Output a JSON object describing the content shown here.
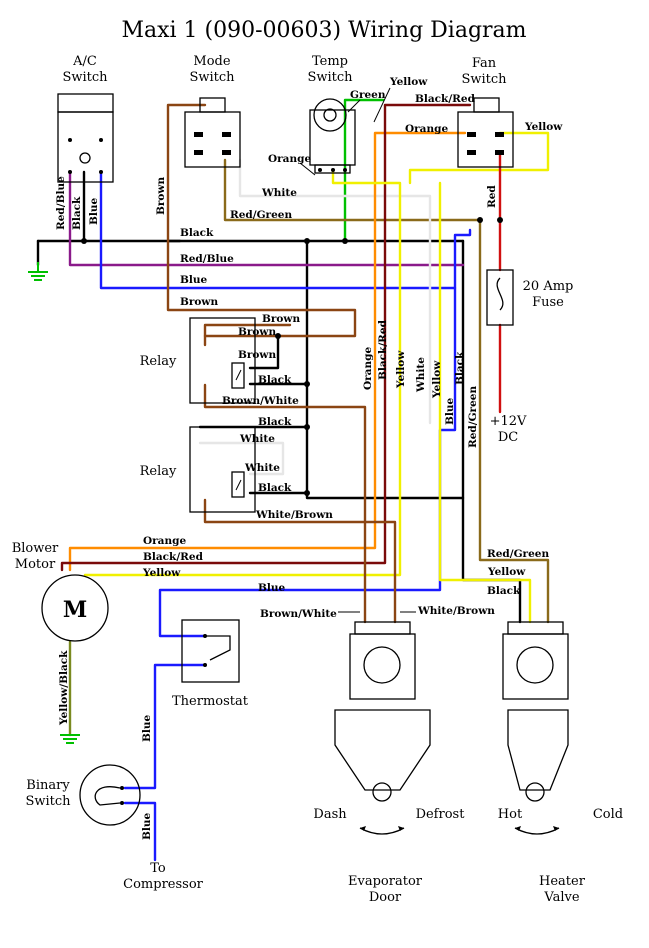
{
  "title": "Maxi 1 (090-00603) Wiring Diagram",
  "colors": {
    "black": "#000000",
    "blue": "#1a1aff",
    "red_blue": "#8a1a8a",
    "brown": "#8b4513",
    "green": "#00c000",
    "yellow": "#f0f000",
    "orange": "#ff8c00",
    "red": "#d01010",
    "black_red": "#7a0a0a",
    "white": "#e6e6e6",
    "red_green": "#8a6a1a",
    "yellow_black": "#7a8a20"
  },
  "components": {
    "ac_switch": [
      "A/C",
      "Switch"
    ],
    "mode_switch": [
      "Mode",
      "Switch"
    ],
    "temp_switch": [
      "Temp",
      "Switch"
    ],
    "fan_switch": [
      "Fan",
      "Switch"
    ],
    "fuse": [
      "20 Amp",
      "Fuse"
    ],
    "power": [
      "+12V",
      "DC"
    ],
    "relay1": "Relay",
    "relay2": "Relay",
    "blower_motor": [
      "Blower",
      "Motor"
    ],
    "motor_symbol": "M",
    "thermostat": "Thermostat",
    "binary_switch": [
      "Binary",
      "Switch"
    ],
    "compressor": [
      "To",
      "Compressor"
    ],
    "evaporator_door": [
      "Evaporator",
      "Door"
    ],
    "heater_valve": [
      "Heater",
      "Valve"
    ],
    "dash": "Dash",
    "defrost": "Defrost",
    "hot": "Hot",
    "cold": "Cold"
  },
  "wire_labels": {
    "red_blue": "Red/Blue",
    "black": "Black",
    "blue": "Blue",
    "brown": "Brown",
    "white": "White",
    "red_green": "Red/Green",
    "orange": "Orange",
    "green": "Green",
    "yellow": "Yellow",
    "black_red": "Black/Red",
    "red": "Red",
    "brown_white": "Brown/White",
    "white_brown": "White/Brown",
    "yellow_black": "Yellow/Black"
  }
}
